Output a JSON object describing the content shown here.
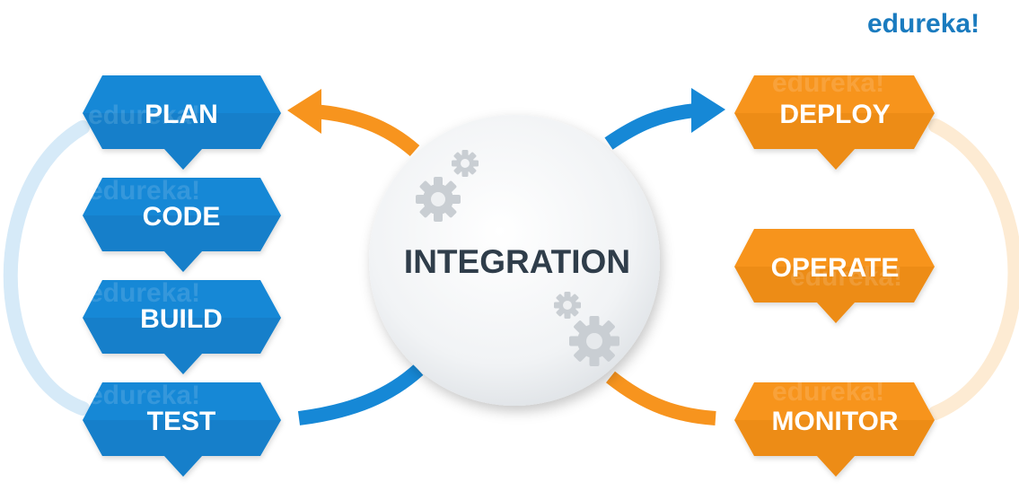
{
  "brand": {
    "name": "edureka!"
  },
  "colors": {
    "blue": "#1688d6",
    "blue_dark": "#0f70b5",
    "blue_light": "#d6eaf8",
    "orange": "#f7941e",
    "orange_dark": "#d97d0c",
    "orange_light": "#fdebd3",
    "center_text": "#2f3d4a",
    "gear": "#c9ced3"
  },
  "center": {
    "label": "INTEGRATION",
    "icons": [
      "gears-icon",
      "gears-icon"
    ]
  },
  "left_stages": [
    {
      "label": "PLAN"
    },
    {
      "label": "CODE"
    },
    {
      "label": "BUILD"
    },
    {
      "label": "TEST"
    }
  ],
  "right_stages": [
    {
      "label": "DEPLOY"
    },
    {
      "label": "OPERATE"
    },
    {
      "label": "MONITOR"
    }
  ],
  "watermark": "edureka!"
}
